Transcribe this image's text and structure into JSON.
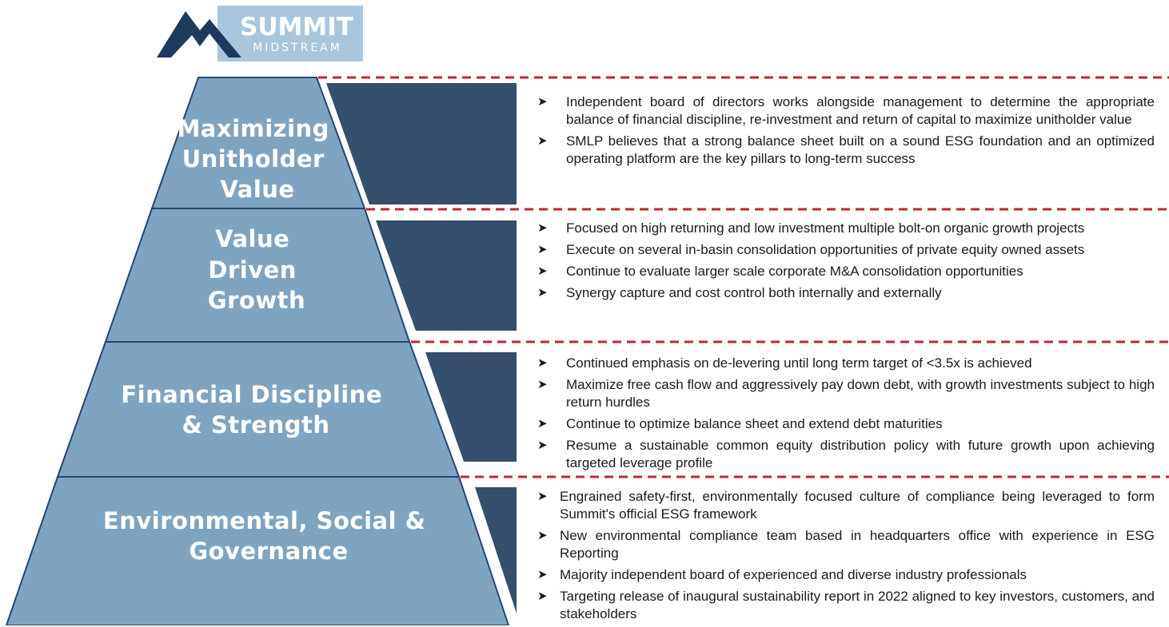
{
  "logo": {
    "name": "SUMMIT",
    "sub": "MIDSTREAM",
    "icon": "mountain-peaks-icon",
    "box_color": "#a9c6dd"
  },
  "colors": {
    "pyramid_fill": "#7fa4c1",
    "pyramid_stroke": "#26466e",
    "wedge": "#354f6c",
    "divider": "#c0272d",
    "text": "#1a1a1a"
  },
  "bullet_icon": "arrowhead-bullet-icon",
  "tiers": [
    {
      "label_lines": [
        "Maximizing",
        "Unitholder",
        "Value"
      ],
      "bullets": [
        "Independent board of directors works alongside management to determine the appropriate balance of financial discipline, re-investment and return of capital to maximize unitholder value",
        "SMLP believes that a strong balance sheet built on a sound ESG foundation and an optimized operating platform are the key pillars to long-term success"
      ]
    },
    {
      "label_lines": [
        "Value",
        "Driven",
        "Growth"
      ],
      "bullets": [
        "Focused on high returning and low investment multiple bolt-on organic growth projects",
        "Execute on several in-basin consolidation opportunities of private equity owned assets",
        "Continue to evaluate larger scale corporate M&A consolidation opportunities",
        "Synergy capture and cost control both internally and externally"
      ]
    },
    {
      "label_lines": [
        "Financial Discipline",
        "& Strength"
      ],
      "bullets": [
        "Continued emphasis on de-levering until long term target of <3.5x is achieved",
        "Maximize free cash flow and aggressively pay down debt, with growth investments subject to high return hurdles",
        "Continue to optimize balance sheet and extend debt maturities",
        "Resume a sustainable common equity distribution policy with future growth upon achieving targeted leverage profile"
      ]
    },
    {
      "label_lines": [
        "Environmental, Social &",
        "Governance"
      ],
      "bullets": [
        "Engrained safety-first, environmentally focused culture of compliance being leveraged to form Summit's official ESG framework",
        "New environmental compliance team based in headquarters office with experience in ESG Reporting",
        "Majority independent board of experienced and diverse industry professionals",
        "Targeting release of inaugural sustainability report in 2022 aligned to key investors, customers, and stakeholders"
      ]
    }
  ]
}
